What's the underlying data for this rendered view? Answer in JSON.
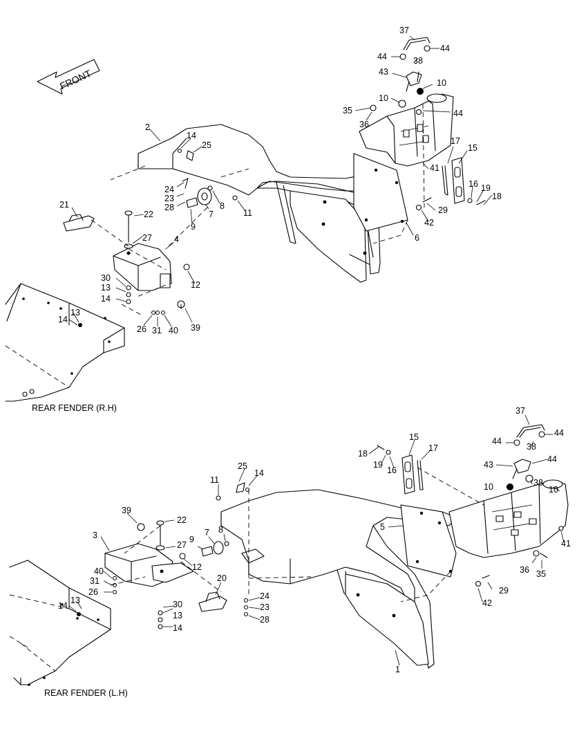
{
  "front_label": "FRONT",
  "captions": {
    "upper": "REAR FENDER (R.H)",
    "lower": "REAR FENDER (L.H)"
  },
  "callouts_upper": [
    {
      "id": "u37",
      "text": "37"
    },
    {
      "id": "u44a",
      "text": "44"
    },
    {
      "id": "u44b",
      "text": "44"
    },
    {
      "id": "u38",
      "text": "38"
    },
    {
      "id": "u43",
      "text": "43"
    },
    {
      "id": "u10a",
      "text": "10"
    },
    {
      "id": "u10b",
      "text": "10"
    },
    {
      "id": "u35",
      "text": "35"
    },
    {
      "id": "u44c",
      "text": "44"
    },
    {
      "id": "u36",
      "text": "36"
    },
    {
      "id": "u2",
      "text": "2"
    },
    {
      "id": "u14a",
      "text": "14"
    },
    {
      "id": "u25",
      "text": "25"
    },
    {
      "id": "u17",
      "text": "17"
    },
    {
      "id": "u15",
      "text": "15"
    },
    {
      "id": "u41",
      "text": "41"
    },
    {
      "id": "u24",
      "text": "24"
    },
    {
      "id": "u23",
      "text": "23"
    },
    {
      "id": "u28",
      "text": "28"
    },
    {
      "id": "u8",
      "text": "8"
    },
    {
      "id": "u16",
      "text": "16"
    },
    {
      "id": "u19",
      "text": "19"
    },
    {
      "id": "u18",
      "text": "18"
    },
    {
      "id": "u21",
      "text": "21"
    },
    {
      "id": "u22",
      "text": "22"
    },
    {
      "id": "u7",
      "text": "7"
    },
    {
      "id": "u11",
      "text": "11"
    },
    {
      "id": "u29",
      "text": "29"
    },
    {
      "id": "u9",
      "text": "9"
    },
    {
      "id": "u42",
      "text": "42"
    },
    {
      "id": "u27",
      "text": "27"
    },
    {
      "id": "u4",
      "text": "4"
    },
    {
      "id": "u6",
      "text": "6"
    },
    {
      "id": "u30",
      "text": "30"
    },
    {
      "id": "u12",
      "text": "12"
    },
    {
      "id": "u13a",
      "text": "13"
    },
    {
      "id": "u14b",
      "text": "14"
    },
    {
      "id": "u13b",
      "text": "13"
    },
    {
      "id": "u14c",
      "text": "14"
    },
    {
      "id": "u26",
      "text": "26"
    },
    {
      "id": "u31",
      "text": "31"
    },
    {
      "id": "u40",
      "text": "40"
    },
    {
      "id": "u39",
      "text": "39"
    }
  ],
  "callouts_lower": [
    {
      "id": "l37",
      "text": "37"
    },
    {
      "id": "l44a",
      "text": "44"
    },
    {
      "id": "l38a",
      "text": "38"
    },
    {
      "id": "l44b",
      "text": "44"
    },
    {
      "id": "l15",
      "text": "15"
    },
    {
      "id": "l17",
      "text": "17"
    },
    {
      "id": "l43",
      "text": "43"
    },
    {
      "id": "l44c",
      "text": "44"
    },
    {
      "id": "l18",
      "text": "18"
    },
    {
      "id": "l19",
      "text": "19"
    },
    {
      "id": "l16",
      "text": "16"
    },
    {
      "id": "l38b",
      "text": "38"
    },
    {
      "id": "l10a",
      "text": "10"
    },
    {
      "id": "l10b",
      "text": "10"
    },
    {
      "id": "l25",
      "text": "25"
    },
    {
      "id": "l14a",
      "text": "14"
    },
    {
      "id": "l11",
      "text": "11"
    },
    {
      "id": "l39",
      "text": "39"
    },
    {
      "id": "l22",
      "text": "22"
    },
    {
      "id": "l5",
      "text": "5"
    },
    {
      "id": "l41",
      "text": "41"
    },
    {
      "id": "l7",
      "text": "7"
    },
    {
      "id": "l8",
      "text": "8"
    },
    {
      "id": "l3",
      "text": "3"
    },
    {
      "id": "l9",
      "text": "9"
    },
    {
      "id": "l27",
      "text": "27"
    },
    {
      "id": "l12",
      "text": "12"
    },
    {
      "id": "l36",
      "text": "36"
    },
    {
      "id": "l35",
      "text": "35"
    },
    {
      "id": "l40",
      "text": "40"
    },
    {
      "id": "l20",
      "text": "20"
    },
    {
      "id": "l31",
      "text": "31"
    },
    {
      "id": "l26",
      "text": "26"
    },
    {
      "id": "l29",
      "text": "29"
    },
    {
      "id": "l24",
      "text": "24"
    },
    {
      "id": "l42",
      "text": "42"
    },
    {
      "id": "l13",
      "text": "13"
    },
    {
      "id": "l14b",
      "text": "14"
    },
    {
      "id": "l30",
      "text": "30"
    },
    {
      "id": "l23",
      "text": "23"
    },
    {
      "id": "l28",
      "text": "28"
    },
    {
      "id": "l13b",
      "text": "13"
    },
    {
      "id": "l14c",
      "text": "14"
    },
    {
      "id": "l1",
      "text": "1"
    }
  ]
}
